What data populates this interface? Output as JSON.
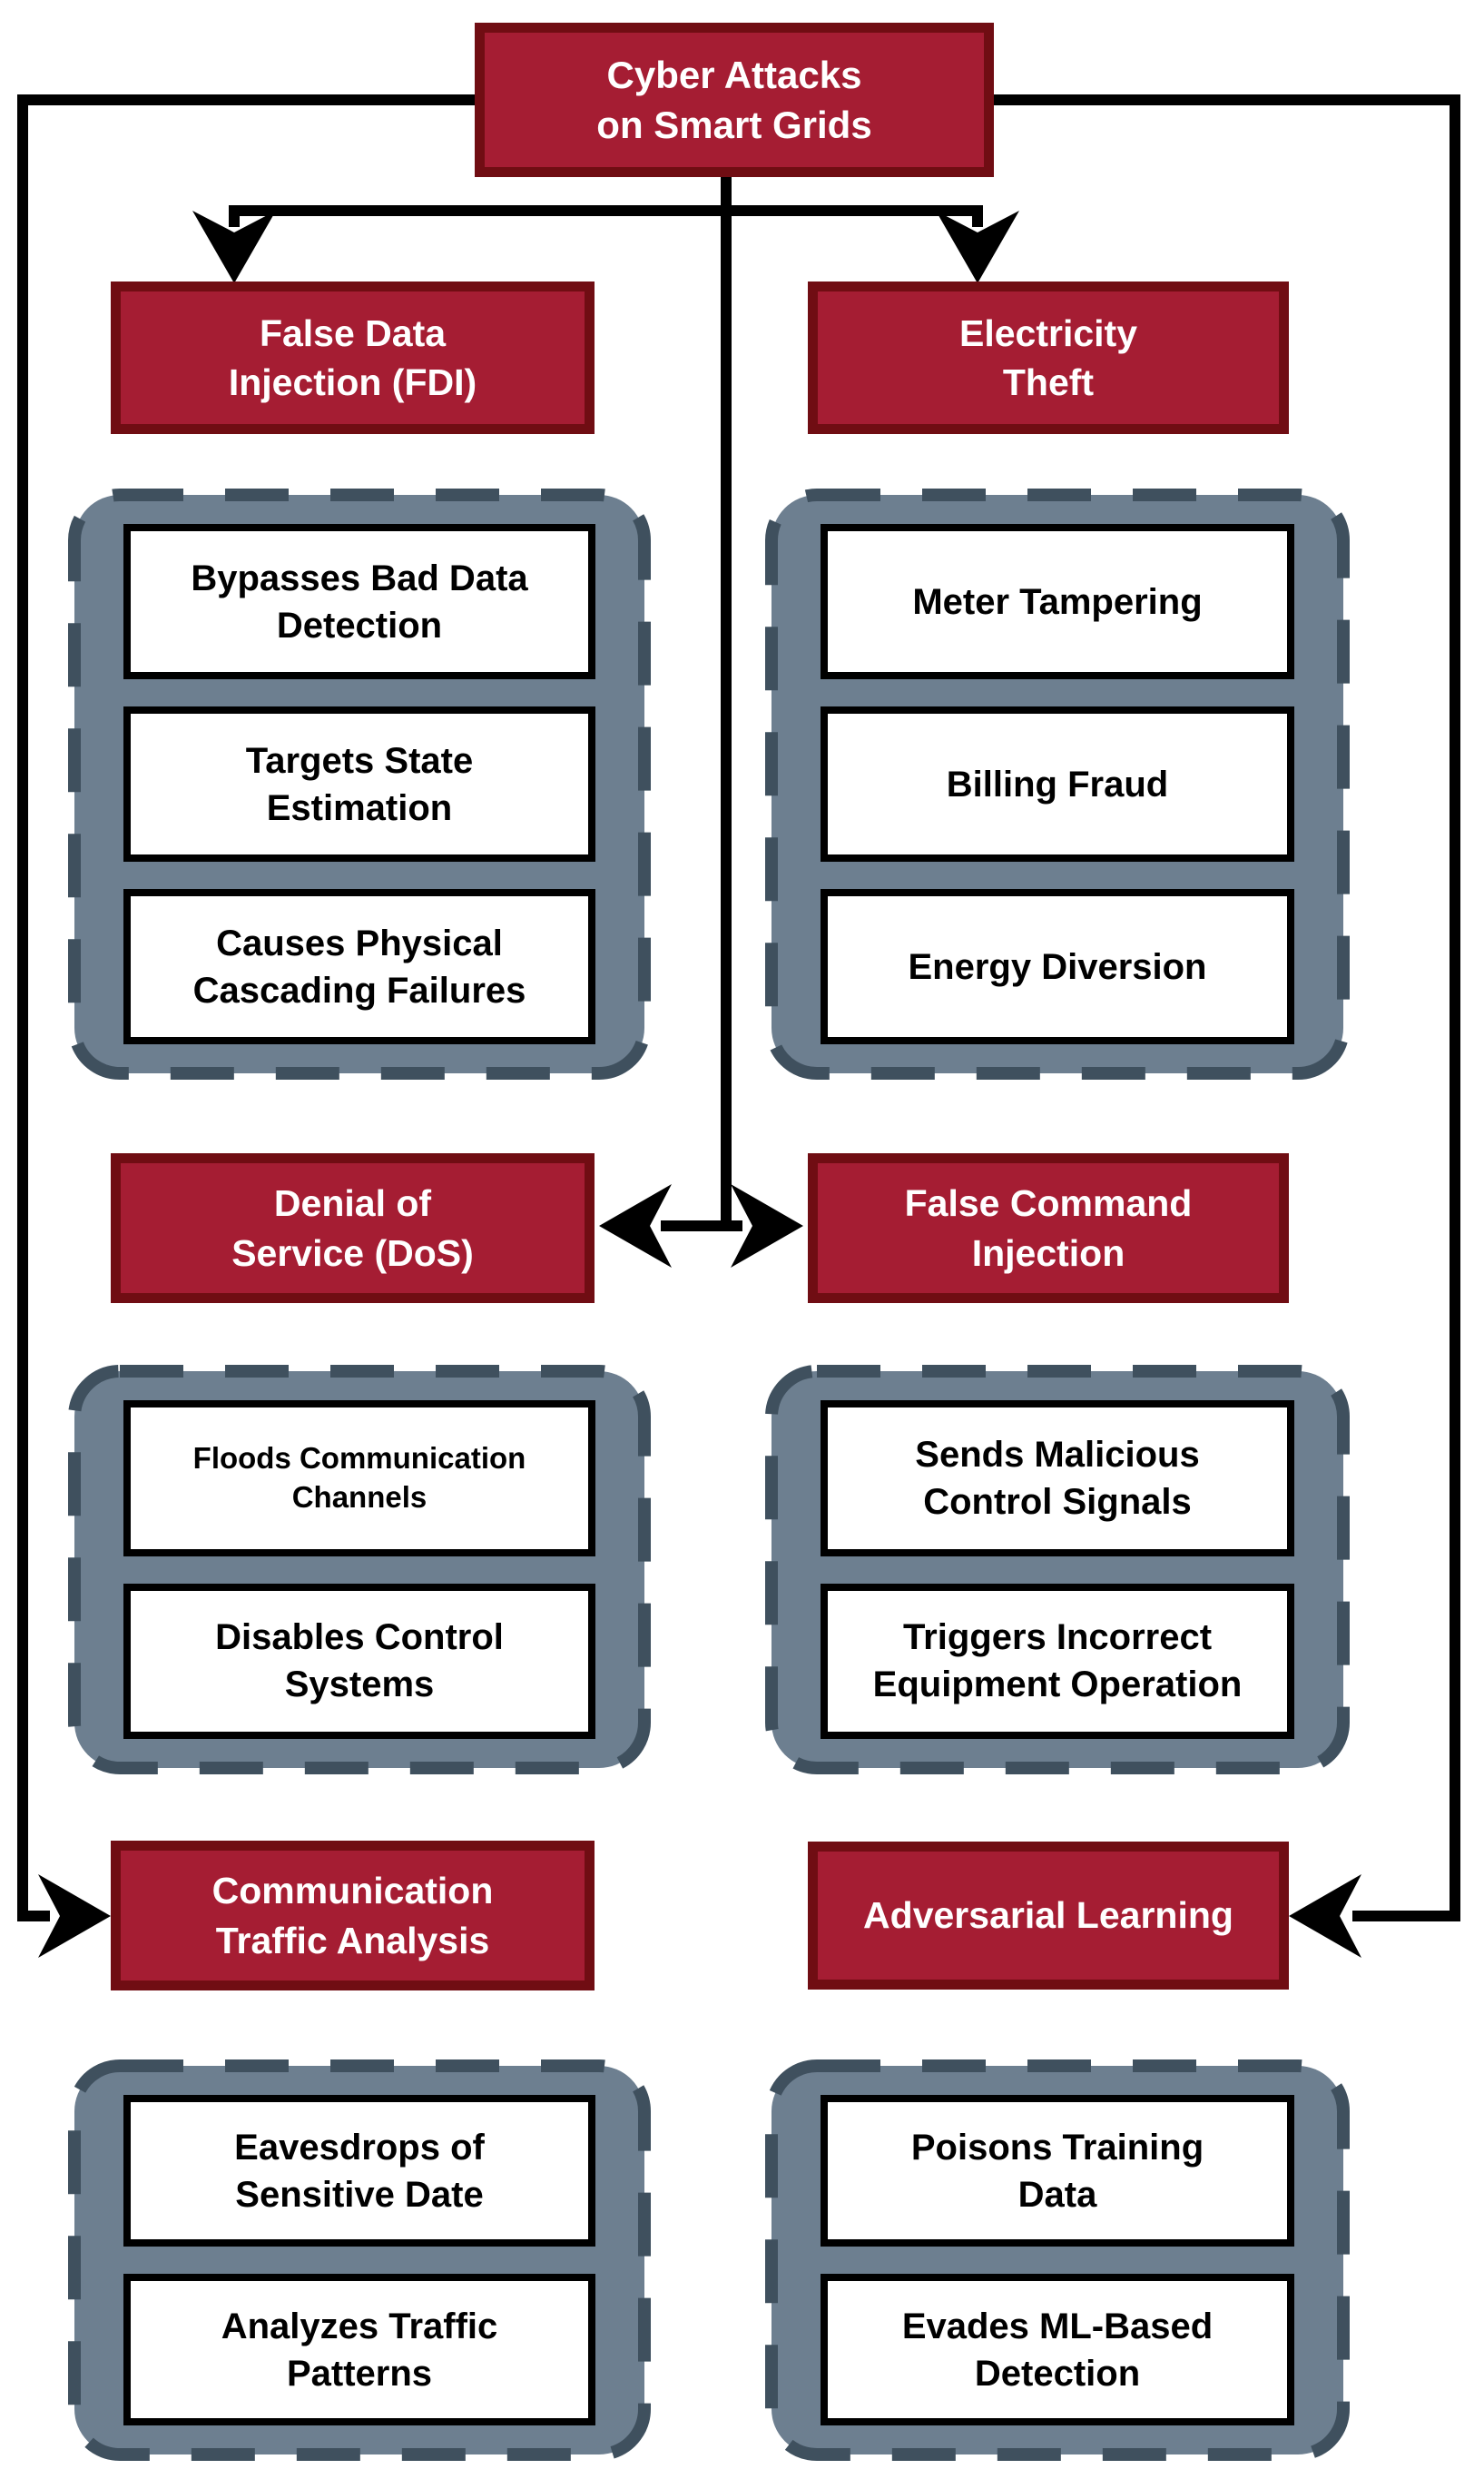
{
  "title_box": {
    "label": "Cyber Attacks\non Smart Grids"
  },
  "colors": {
    "red_fill": "#A51D33",
    "red_border": "#700D13",
    "container_fill": "#6D7F90",
    "container_dash": "#3F505E",
    "line_color": "#000000",
    "white_fill": "#FFFFFF",
    "text_on_red": "#FFFFFF",
    "text_on_white": "#000000"
  },
  "sections": {
    "fdi": {
      "title": "False Data\nInjection (FDI)",
      "items": [
        "Bypasses Bad Data\nDetection",
        "Targets State\nEstimation",
        "Causes Physical\nCascading Failures"
      ]
    },
    "electricity_theft": {
      "title": "Electricity\nTheft",
      "items": [
        "Meter Tampering",
        "Billing Fraud",
        "Energy Diversion"
      ]
    },
    "dos": {
      "title": "Denial of\nService (DoS)",
      "items": [
        "Floods Communication\nChannels",
        "Disables Control\nSystems"
      ]
    },
    "false_command": {
      "title": "False Command\nInjection",
      "items": [
        "Sends Malicious\nControl Signals",
        "Triggers Incorrect\nEquipment Operation"
      ]
    },
    "traffic_analysis": {
      "title": "Communication\nTraffic Analysis",
      "items": [
        "Eavesdrops of\nSensitive Date",
        "Analyzes Traffic\nPatterns"
      ]
    },
    "adversarial": {
      "title": "Adversarial Learning",
      "items": [
        "Poisons Training\nData",
        "Evades ML-Based\nDetection"
      ]
    }
  }
}
